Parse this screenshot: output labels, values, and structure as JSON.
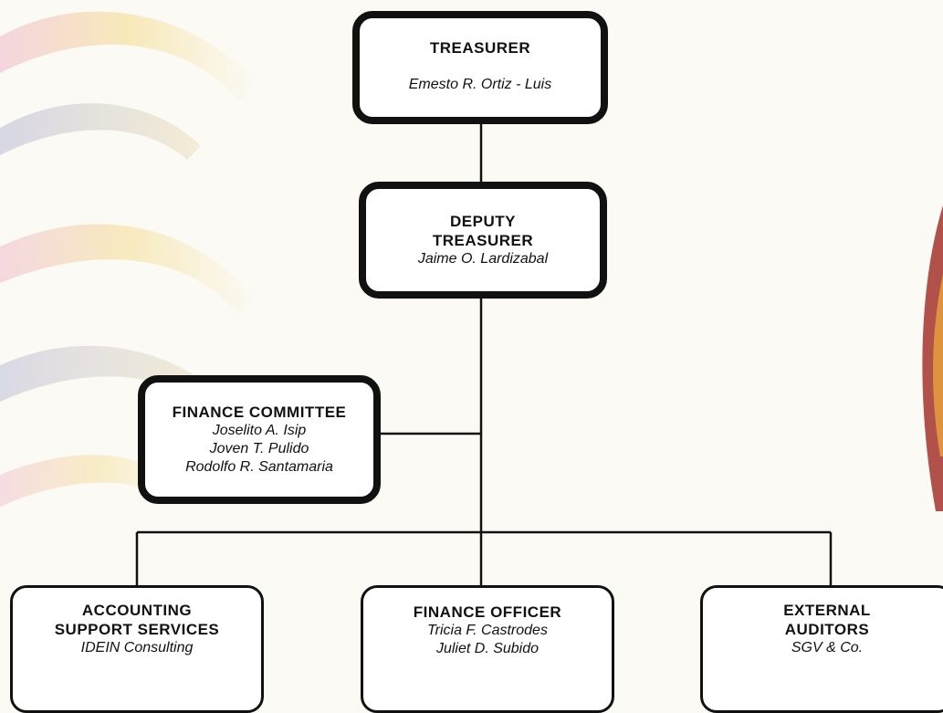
{
  "chart": {
    "nodes": [
      {
        "id": "treasurer",
        "title_lines": [
          "TREASURER"
        ],
        "names": [
          "Emesto R. Ortiz - Luis"
        ]
      },
      {
        "id": "deputy",
        "title_lines": [
          "DEPUTY",
          "TREASURER"
        ],
        "names": [
          "Jaime O. Lardizabal"
        ]
      },
      {
        "id": "committee",
        "title_lines": [
          "FINANCE COMMITTEE"
        ],
        "names": [
          "Joselito A. Isip",
          "Joven T. Pulido",
          "Rodolfo R. Santamaria"
        ]
      },
      {
        "id": "accounting",
        "title_lines": [
          "ACCOUNTING",
          "SUPPORT SERVICES"
        ],
        "names": [
          "IDEIN Consulting"
        ]
      },
      {
        "id": "finance_officer",
        "title_lines": [
          "FINANCE OFFICER"
        ],
        "names": [
          "Tricia F. Castrodes",
          "Juliet D. Subido"
        ]
      },
      {
        "id": "auditors",
        "title_lines": [
          "EXTERNAL",
          "AUDITORS"
        ],
        "names": [
          "SGV & Co."
        ]
      }
    ],
    "edges": [
      [
        "treasurer",
        "deputy"
      ],
      [
        "deputy",
        "committee"
      ],
      [
        "deputy",
        "accounting"
      ],
      [
        "deputy",
        "finance_officer"
      ],
      [
        "deputy",
        "auditors"
      ]
    ]
  },
  "colors": {
    "line": "#111111",
    "box_fill": "#ffffff",
    "background": "#fbfaf5"
  }
}
